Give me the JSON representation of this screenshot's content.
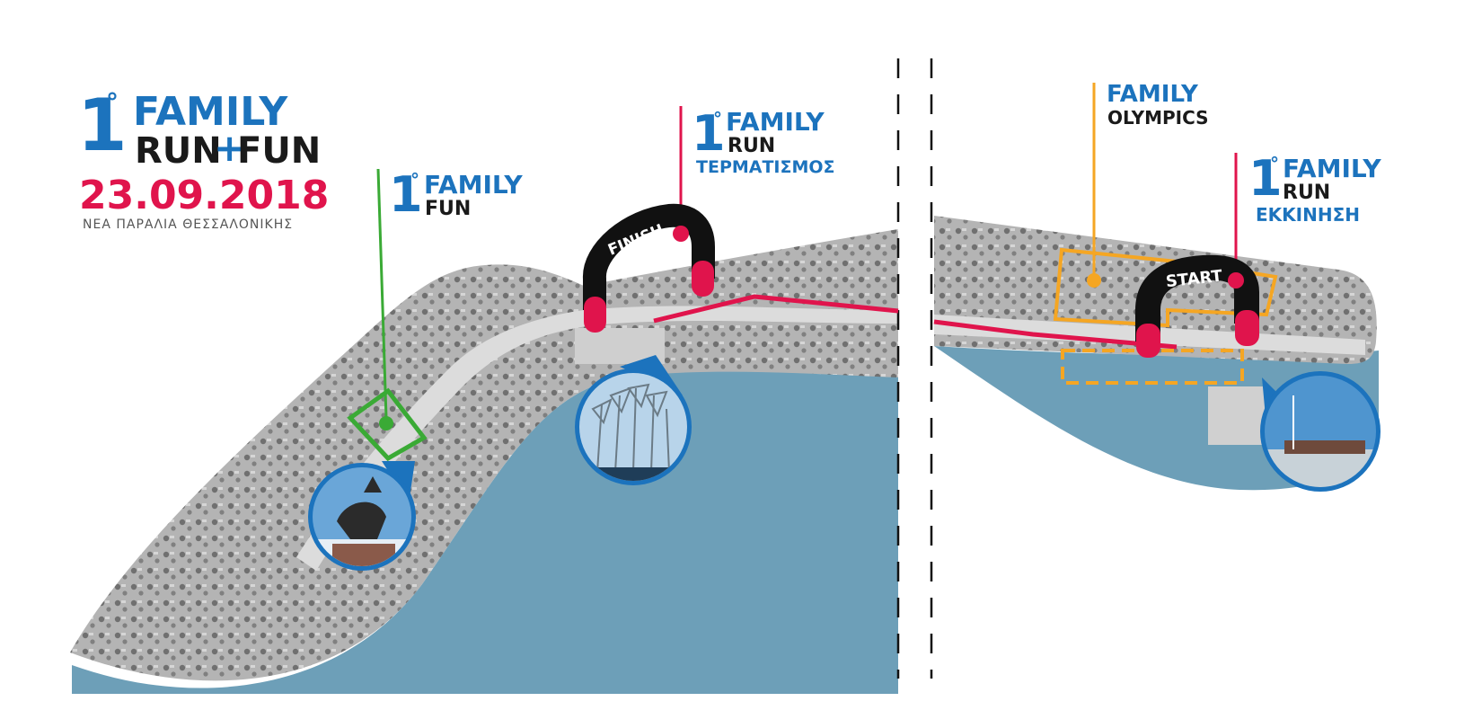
{
  "title": {
    "number": "1",
    "degree": "°",
    "line1": "FAMILY",
    "line2a": "RUN",
    "line2b": "FUN",
    "date": "23.09.2018",
    "location": "ΝΕΑ ΠΑΡΑΛΙΑ ΘΕΣΣΑΛΟΝΙΚΗΣ"
  },
  "labels": {
    "fun": {
      "number": "1",
      "degree": "°",
      "line1": "FAMILY",
      "line2": "FUN"
    },
    "finish_label": {
      "number": "1",
      "degree": "°",
      "line1": "FAMILY",
      "line2": "RUN",
      "line3": "ΤΕΡΜΑΤΙΣΜΟΣ"
    },
    "olympics": {
      "line1": "FAMILY",
      "line2": "OLYMPICS"
    },
    "start_label": {
      "number": "1",
      "degree": "°",
      "line1": "FAMILY",
      "line2": "RUN",
      "line3": "ΕΚΚΙΝΗΣΗ"
    }
  },
  "arches": {
    "finish": "FINISH",
    "start": "START"
  },
  "colors": {
    "brand_blue": "#1c73bd",
    "run_red": "#e0144c",
    "fun_green": "#3aaa35",
    "olympics_orange": "#f5a623",
    "sea": "#6d9fb8",
    "land": "#a9a9a9"
  },
  "icons": [
    "alexander-statue-photo",
    "umbrellas-sculpture-photo",
    "harbour-photo"
  ]
}
